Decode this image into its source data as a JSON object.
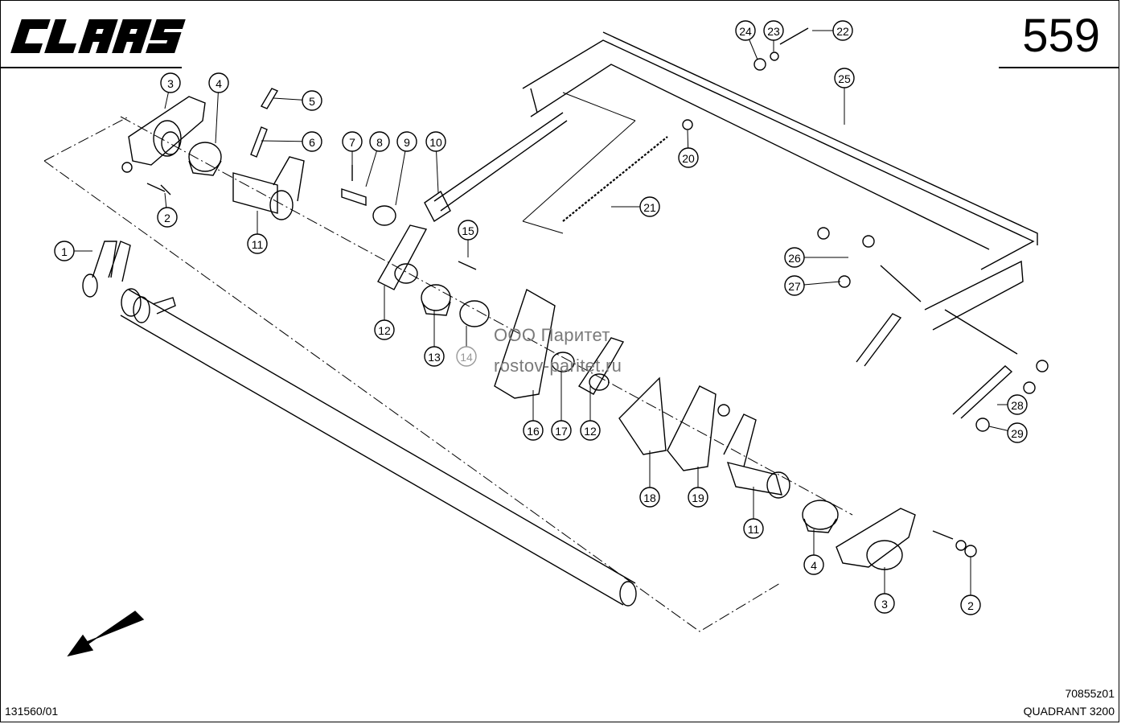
{
  "header": {
    "brand": "CLAAS",
    "page_number": "559"
  },
  "footer": {
    "sheet_id": "131560/01",
    "drawing_code": "70855z01",
    "model": "QUADRANT 3200"
  },
  "watermark": {
    "line1": "ООО Паритет",
    "line2": "rostov-paritet.ru"
  },
  "callouts": [
    {
      "label": "1"
    },
    {
      "label": "2"
    },
    {
      "label": "2"
    },
    {
      "label": "3"
    },
    {
      "label": "3"
    },
    {
      "label": "4"
    },
    {
      "label": "4"
    },
    {
      "label": "5"
    },
    {
      "label": "6"
    },
    {
      "label": "7"
    },
    {
      "label": "8"
    },
    {
      "label": "9"
    },
    {
      "label": "10"
    },
    {
      "label": "11"
    },
    {
      "label": "11"
    },
    {
      "label": "12"
    },
    {
      "label": "12"
    },
    {
      "label": "13"
    },
    {
      "label": "14"
    },
    {
      "label": "15"
    },
    {
      "label": "16"
    },
    {
      "label": "17"
    },
    {
      "label": "18"
    },
    {
      "label": "19"
    },
    {
      "label": "20"
    },
    {
      "label": "21"
    },
    {
      "label": "22"
    },
    {
      "label": "23"
    },
    {
      "label": "24"
    },
    {
      "label": "25"
    },
    {
      "label": "26"
    },
    {
      "label": "27"
    },
    {
      "label": "28"
    },
    {
      "label": "29"
    }
  ]
}
